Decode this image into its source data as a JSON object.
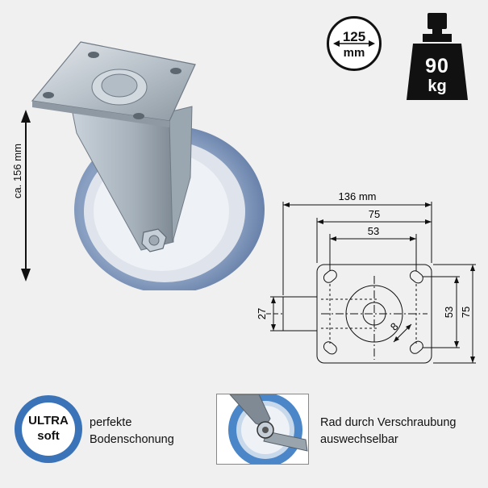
{
  "height": {
    "label": "ca. 156 mm"
  },
  "diameter_badge": {
    "value": "125",
    "unit": "mm"
  },
  "weight_badge": {
    "value": "90",
    "unit": "kg"
  },
  "drawing": {
    "overall_width": "136 mm",
    "hole_spacing_outer": "75",
    "hole_spacing_inner": "53",
    "side_outer": "75",
    "side_inner": "53",
    "stem_height": "27",
    "hole_diameter": "8"
  },
  "features": {
    "ultra": {
      "line1": "ULTRA",
      "line2": "soft",
      "desc1": "perfekte",
      "desc2": "Bodenschonung"
    },
    "screw": {
      "desc1": "Rad durch Verschraubung",
      "desc2": "auswechselbar"
    }
  },
  "colors": {
    "background": "#f0f0f0",
    "accent_blue": "#3b73b9",
    "tread_blue": "#7890b4",
    "rim": "#e8ecf2"
  }
}
